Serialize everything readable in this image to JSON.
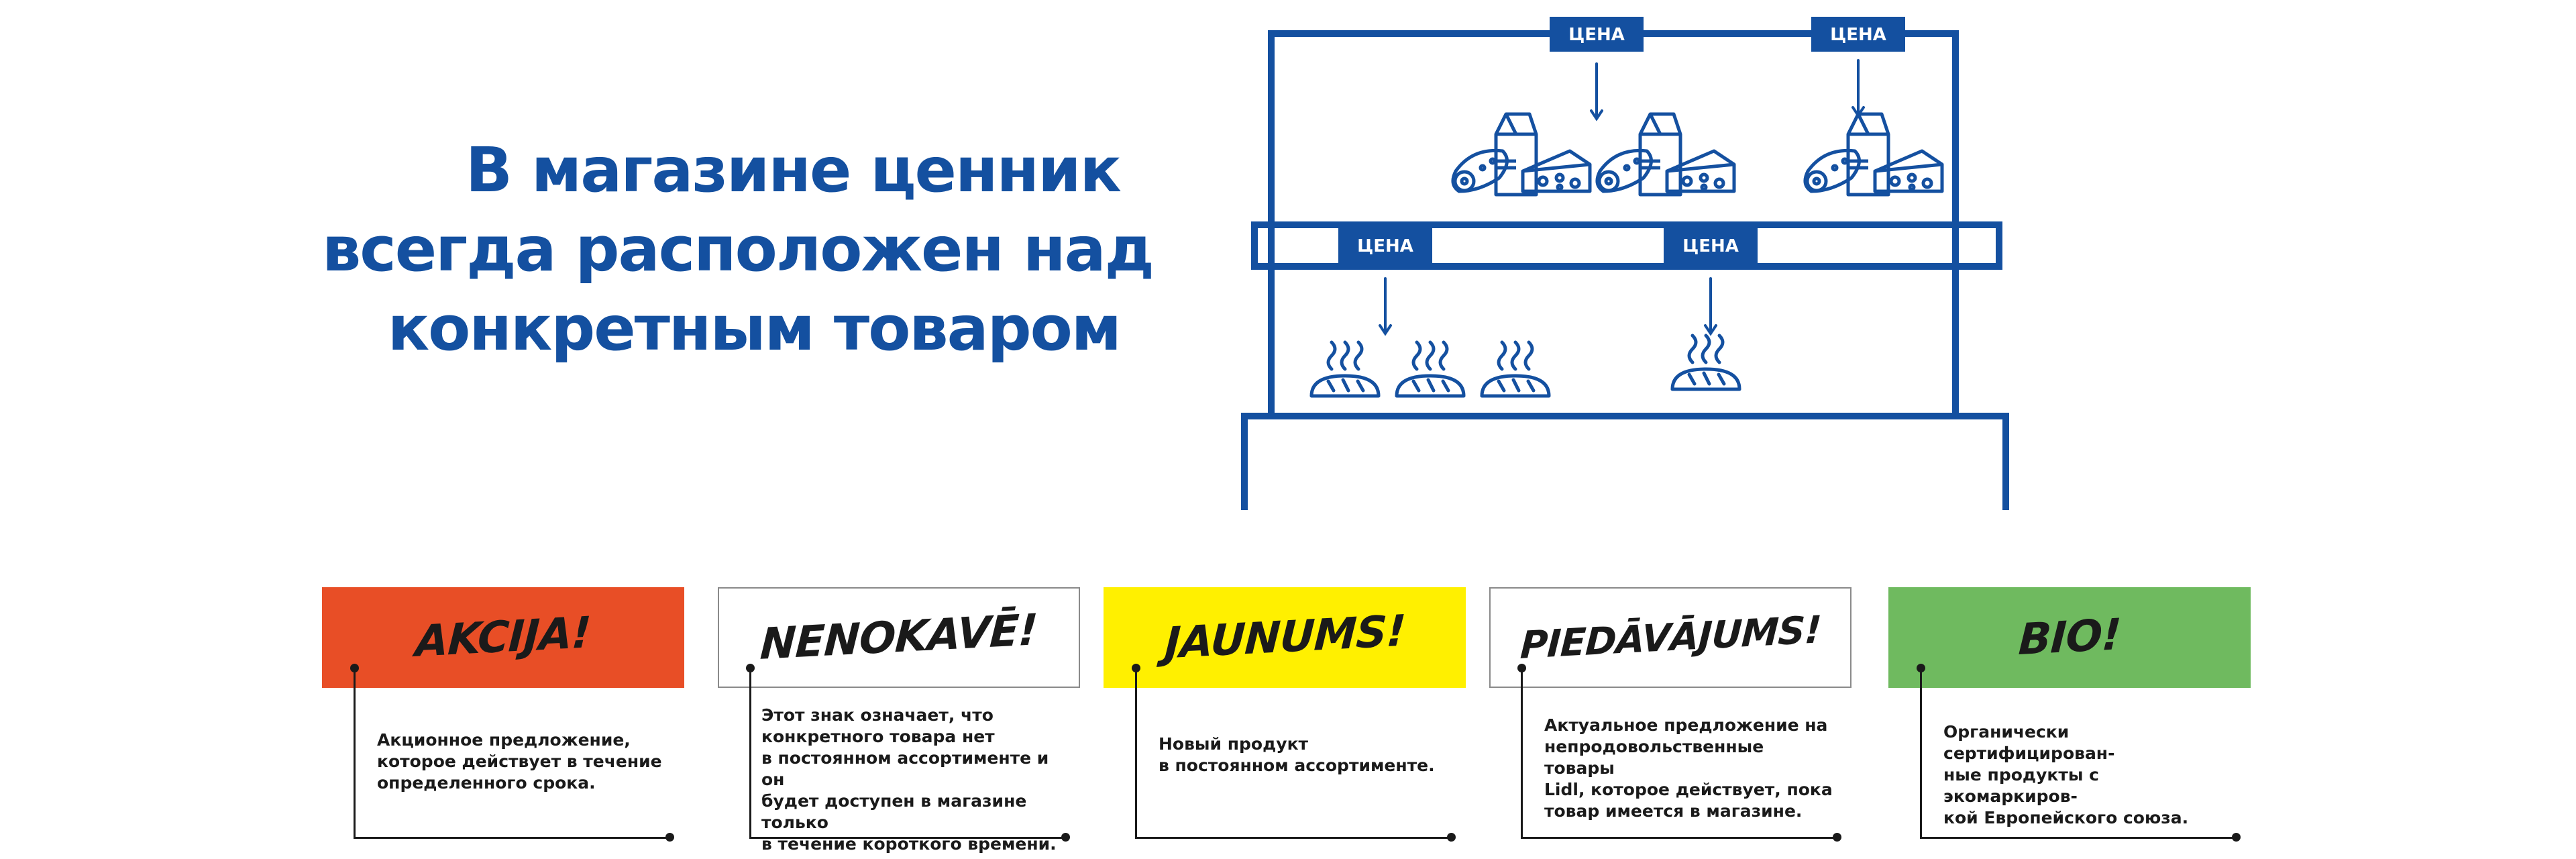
{
  "headline": [
    "В магазине ценник",
    "всегда расположен над",
    "конкретным товаром"
  ],
  "price_tag_label": "ЦЕНА",
  "colors": {
    "brand_blue": "#1450a0",
    "akcija": "#e84e26",
    "jaunums": "#fff000",
    "bio": "#6fba5f",
    "outline": "#8a8a8a",
    "ink": "#1a1a1a"
  },
  "icons": [
    "cheese-icon",
    "milk-carton-icon",
    "sausage-icon",
    "bread-icon",
    "steam-icon",
    "arrow-down-icon"
  ],
  "cards": [
    {
      "badge": "AKCIJA!",
      "style": "filled",
      "color": "#e84e26",
      "description": "Акционное предложение,\nкоторое действует в течение\nопределенного срока."
    },
    {
      "badge": "NENOKAVĒ!",
      "style": "outlined",
      "color": "#ffffff",
      "description": "Этот знак означает, что\nконкретного товара нет\nв постоянном ассортименте и он\nбудет доступен в магазине только\nв течение короткого времени."
    },
    {
      "badge": "JAUNUMS!",
      "style": "filled",
      "color": "#fff000",
      "description": "Новый продукт\nв постоянном ассортименте."
    },
    {
      "badge": "PIEDĀVĀJUMS!",
      "style": "outlined",
      "color": "#ffffff",
      "description": "Актуальное предложение на\nнепродовольственные товары\nLidl, которое действует, пока\nтовар имеется в магазине."
    },
    {
      "badge": "BIO!",
      "style": "filled",
      "color": "#6fba5f",
      "description": "Органически сертифицирован-\nные продукты с экомаркиров-\nкой Европейского союза."
    }
  ]
}
